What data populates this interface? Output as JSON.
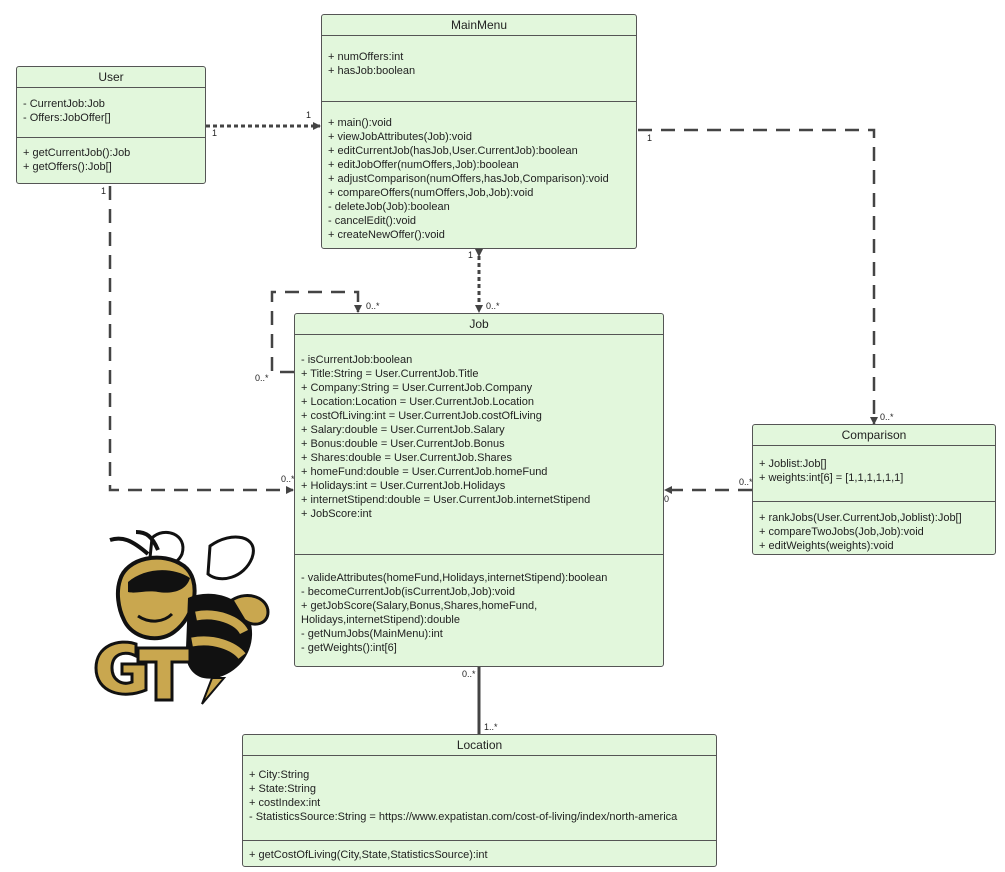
{
  "classes": {
    "mainmenu": {
      "name": "MainMenu",
      "attributes": [
        "+ numOffers:int",
        "+ hasJob:boolean"
      ],
      "methods": [
        "+ main():void",
        "+ viewJobAttributes(Job):void",
        "+ editCurrentJob(hasJob,User.CurrentJob):boolean",
        "+ editJobOffer(numOffers,Job):boolean",
        "+ adjustComparison(numOffers,hasJob,Comparison):void",
        "+ compareOffers(numOffers,Job,Job):void",
        "- deleteJob(Job):boolean",
        "- cancelEdit():void",
        "+ createNewOffer():void"
      ]
    },
    "user": {
      "name": "User",
      "attributes": [
        "- CurrentJob:Job",
        "- Offers:JobOffer[]"
      ],
      "methods": [
        "+ getCurrentJob():Job",
        "+ getOffers():Job[]"
      ]
    },
    "job": {
      "name": "Job",
      "attributes": [
        "- isCurrentJob:boolean",
        "+ Title:String = User.CurrentJob.Title",
        "+ Company:String = User.CurrentJob.Company",
        "+ Location:Location = User.CurrentJob.Location",
        "+ costOfLiving:int = User.CurrentJob.costOfLiving",
        "+ Salary:double = User.CurrentJob.Salary",
        "+ Bonus:double = User.CurrentJob.Bonus",
        "+ Shares:double = User.CurrentJob.Shares",
        "+ homeFund:double = User.CurrentJob.homeFund",
        "+ Holidays:int = User.CurrentJob.Holidays",
        "+ internetStipend:double = User.CurrentJob.internetStipend",
        "+ JobScore:int"
      ],
      "methods": [
        "- valideAttributes(homeFund,Holidays,internetStipend):boolean",
        "- becomeCurrentJob(isCurrentJob,Job):void",
        "+ getJobScore(Salary,Bonus,Shares,homeFund,",
        "Holidays,internetStipend):double",
        "- getNumJobs(MainMenu):int",
        "- getWeights():int[6]"
      ]
    },
    "comparison": {
      "name": "Comparison",
      "attributes": [
        "+ Joblist:Job[]",
        "+ weights:int[6] = [1,1,1,1,1,1]"
      ],
      "methods": [
        "+ rankJobs(User.CurrentJob,Joblist):Job[]",
        "+ compareTwoJobs(Job,Job):void",
        "+ editWeights(weights):void"
      ]
    },
    "location": {
      "name": "Location",
      "attributes": [
        "+ City:String",
        "+ State:String",
        "+ costIndex:int",
        "- StatisticsSource:String = https://www.expatistan.com/cost-of-living/index/north-america"
      ],
      "methods": [
        "+ getCostOfLiving(City,State,StatisticsSource):int"
      ]
    }
  },
  "multiplicities": {
    "user_main_user_end": "1",
    "user_main_main_end": "1",
    "main_comp_main_end": "1",
    "main_comp_comp_end": "0..*",
    "main_job_main_end": "1",
    "main_job_job_end": "0..*",
    "self_job_top": "0..*",
    "self_job_left": "0..*",
    "user_job_user_end": "1",
    "user_job_job_end": "0..*",
    "comp_job_comp_end": "0..*",
    "comp_job_job_end": "0",
    "job_loc_job_end": "0..*",
    "job_loc_loc_end": "1..*"
  },
  "logo": {
    "name": "Georgia Tech Buzz logo",
    "text": "GT"
  },
  "colors": {
    "class_fill": "#e2f7dc",
    "edge": "#444444"
  }
}
